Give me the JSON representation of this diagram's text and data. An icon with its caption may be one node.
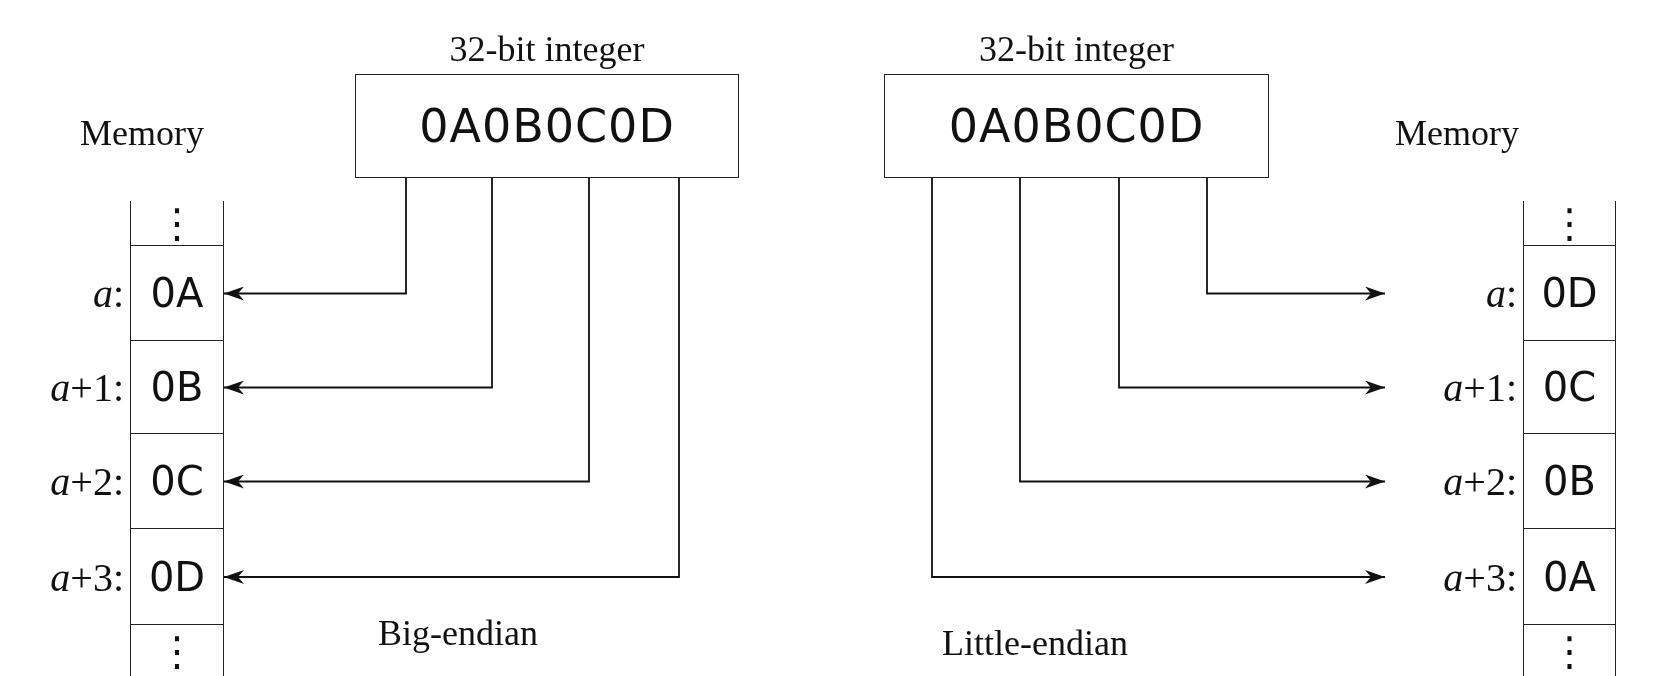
{
  "diagram": {
    "nodes": [
      {
        "text": [
          "32-bit integer",
          "0A0B0C0D"
        ]
      },
      {
        "text": [
          "⋮"
        ]
      },
      {
        "text": [
          "0A"
        ],
        "beside": [
          "*a*:"
        ]
      },
      {
        "text": [
          "0B"
        ],
        "beside": [
          "*a*+1:"
        ]
      },
      {
        "text": [
          "0C"
        ],
        "beside": [
          "*a*+2:"
        ]
      },
      {
        "text": [
          "0D"
        ],
        "beside": [
          "*a*+3:"
        ]
      },
      {
        "text": [
          "⋮"
        ]
      },
      {
        "text": [
          "32-bit integer",
          "0A0B0C0D"
        ]
      },
      {
        "text": [
          "⋮"
        ]
      },
      {
        "text": [
          "0D"
        ],
        "beside": [
          "*a*:"
        ]
      },
      {
        "text": [
          "0C"
        ],
        "beside": [
          "*a*+1:"
        ]
      },
      {
        "text": [
          "0B"
        ],
        "beside": [
          "*a*+2:"
        ]
      },
      {
        "text": [
          "0A"
        ],
        "beside": [
          "*a*+3:"
        ]
      },
      {
        "text": [
          "⋮"
        ]
      }
    ],
    "edges": [
      {
        "from": 0,
        "to": 2,
        "arrow": "to"
      },
      {
        "from": 0,
        "to": 3,
        "arrow": "to"
      },
      {
        "from": 0,
        "to": 4,
        "arrow": "to"
      },
      {
        "from": 0,
        "to": 5,
        "arrow": "to"
      },
      {
        "from": 7,
        "to": 9,
        "arrow": "to"
      },
      {
        "from": 7,
        "to": 10,
        "arrow": "to"
      },
      {
        "from": 7,
        "to": 11,
        "arrow": "to"
      },
      {
        "from": 7,
        "to": 12,
        "arrow": "to"
      }
    ],
    "labels": [
      "Memory",
      "Memory",
      "Big-endian",
      "Little-endian"
    ]
  }
}
